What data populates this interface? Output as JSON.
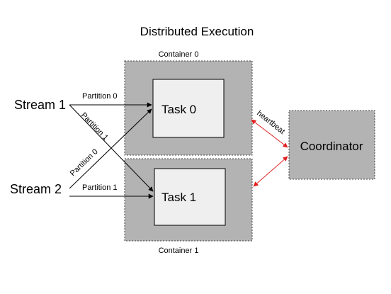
{
  "title": "Distributed Execution",
  "streams": [
    {
      "label": "Stream 1"
    },
    {
      "label": "Stream 2"
    }
  ],
  "containers": [
    {
      "label": "Container 0",
      "task": "Task 0"
    },
    {
      "label": "Container 1",
      "task": "Task 1"
    }
  ],
  "coordinator": {
    "label": "Coordinator"
  },
  "edges": {
    "s1_p0": "Partition 0",
    "s1_p1": "Partition 1",
    "s2_p0": "Partition 0",
    "s2_p1": "Partition 1",
    "heartbeat": "heartbeat"
  },
  "colors": {
    "container_fill": "#b3b3b3",
    "task_fill": "#efefef",
    "coordinator_fill": "#b3b3b3",
    "heartbeat_arrow": "#e02020",
    "data_arrow": "#000000"
  }
}
